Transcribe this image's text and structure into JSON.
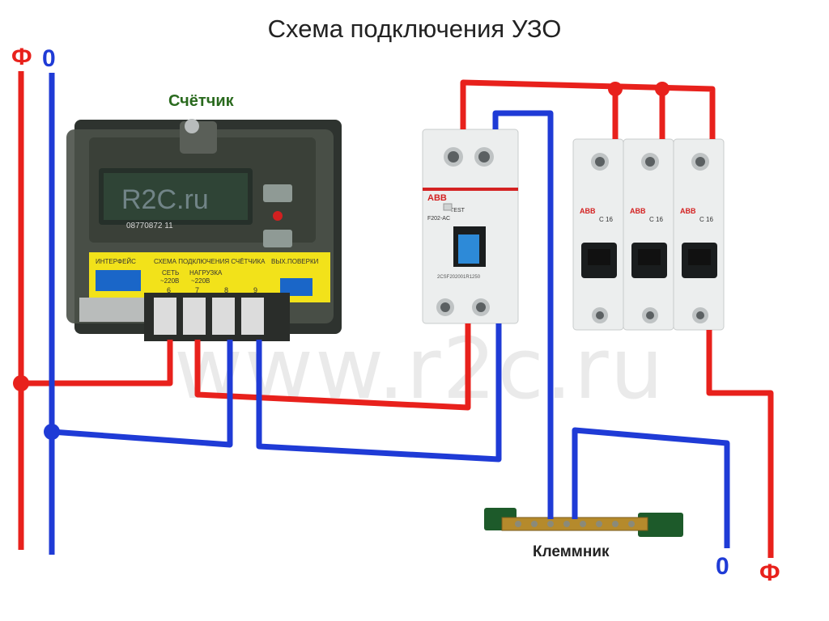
{
  "title": "Схема подключения УЗО",
  "labels": {
    "phase_left": "Ф",
    "zero_left": "0",
    "meter": "Счётчик",
    "terminal_block": "Клеммник",
    "zero_right": "0",
    "phase_right": "Ф"
  },
  "meter_display": {
    "brand": "R2C.ru",
    "serial": "08770872 11",
    "strip_texts": [
      "ИНТЕРФЕЙС",
      "СХЕМА ПОДКЛЮЧЕНИЯ СЧЁТЧИКА",
      "ВЫХ.ПОВЕРКИ"
    ],
    "terminal_labels": [
      "СЕТЬ",
      "НАГРУЗКА"
    ],
    "voltage": "~220В",
    "terminal_numbers": [
      "6",
      "7",
      "8",
      "9"
    ]
  },
  "rcd": {
    "brand": "ABB",
    "button": "TEST",
    "model": "F202-AC",
    "code": "2CSF202001R1250"
  },
  "breakers": {
    "brand": "ABB",
    "rating": "C 16",
    "count": 3
  },
  "watermark": "www.r2c.ru",
  "colors": {
    "phase": "#e8211c",
    "zero": "#1f3bd6",
    "meter_body": "#3a3f3a",
    "meter_strip": "#f2e21a",
    "device_body": "#eceeee",
    "rcd_lever": "#2d8ad8",
    "terminal_bar": "#1d5a2a"
  }
}
